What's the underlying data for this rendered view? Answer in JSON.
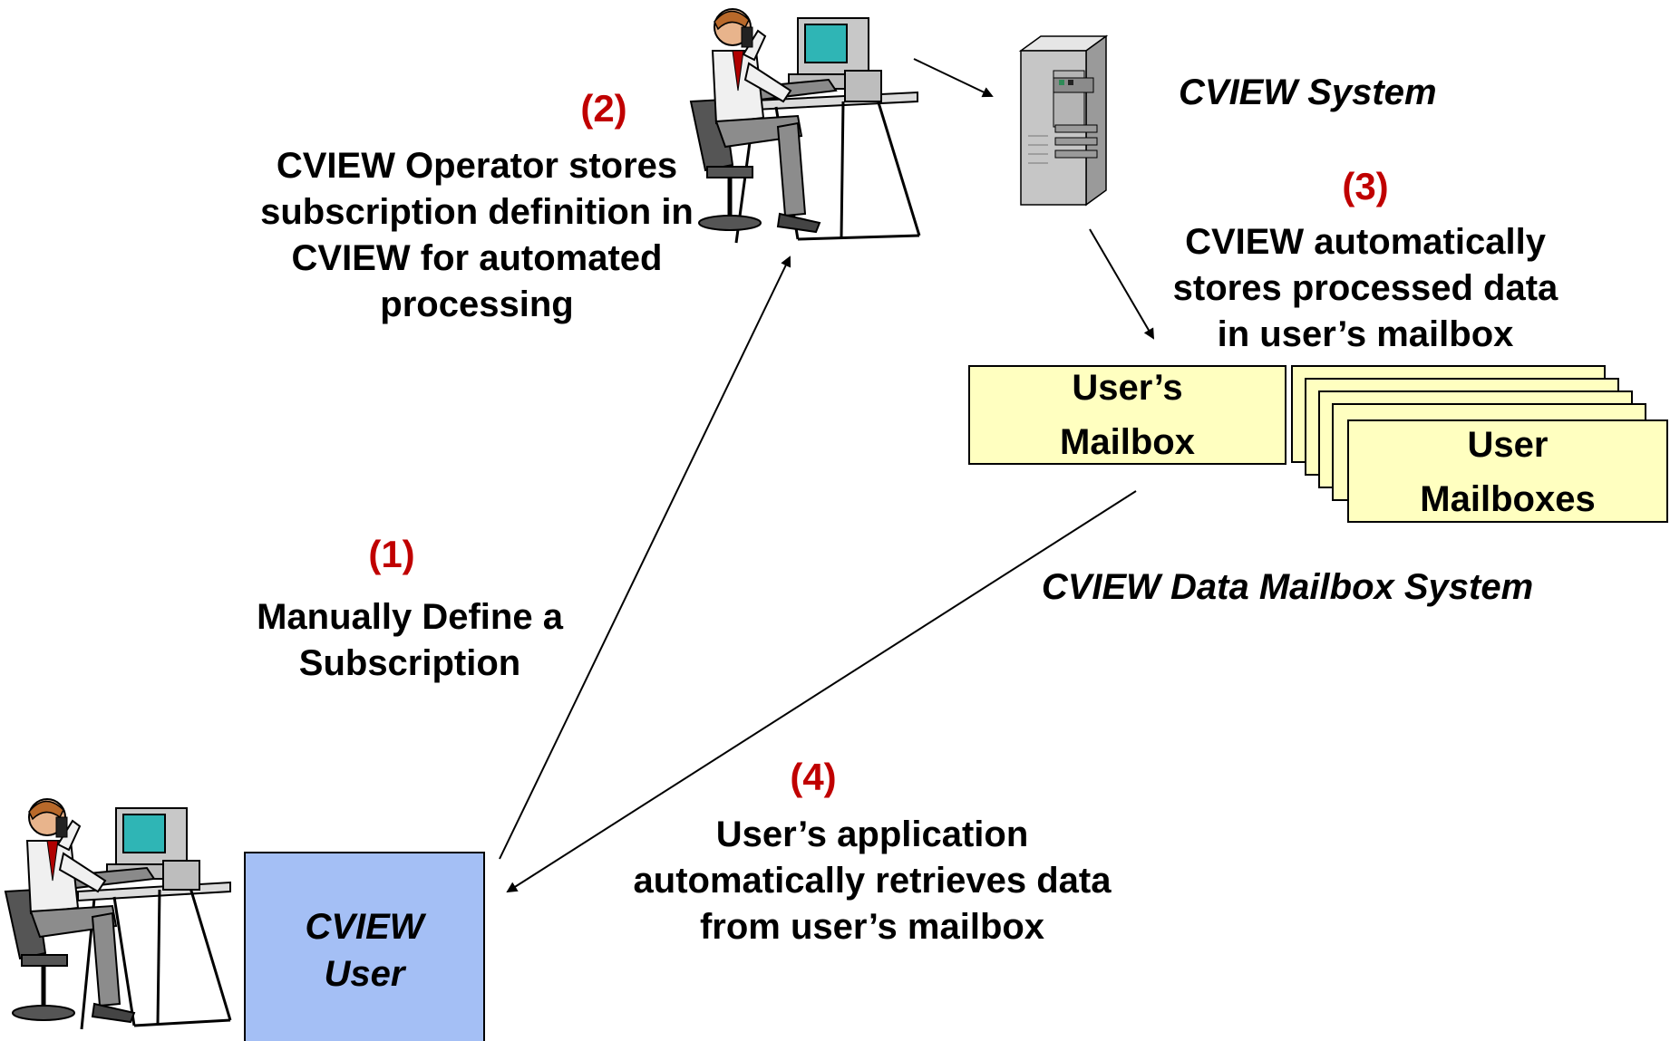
{
  "steps": {
    "s1": {
      "number": "(1)",
      "lines": [
        "Manually Define a",
        "Subscription"
      ]
    },
    "s2": {
      "number": "(2)",
      "lines": [
        "CVIEW Operator stores",
        "subscription definition in",
        "CVIEW for automated",
        "processing"
      ]
    },
    "s3": {
      "number": "(3)",
      "lines": [
        "CVIEW automatically",
        "stores processed data",
        "in user’s mailbox"
      ]
    },
    "s4": {
      "number": "(4)",
      "lines": [
        "User’s application",
        "automatically retrieves data",
        "from user’s mailbox"
      ]
    }
  },
  "labels": {
    "system": "CVIEW System",
    "mailbox_system": "CVIEW Data Mailbox System"
  },
  "user_box": {
    "lines": [
      "CVIEW",
      "User"
    ],
    "fill": "#a4bff5"
  },
  "users_mailbox": {
    "lines": [
      "User’s",
      "Mailbox"
    ],
    "fill": "#ffffc0"
  },
  "user_mailboxes": {
    "lines": [
      "User",
      "Mailboxes"
    ],
    "fill": "#ffffc0"
  },
  "icons": [
    "operator-at-computer-icon",
    "server-tower-icon",
    "user-at-computer-icon"
  ],
  "colors": {
    "step_number": "#c00000",
    "text": "#000000"
  }
}
